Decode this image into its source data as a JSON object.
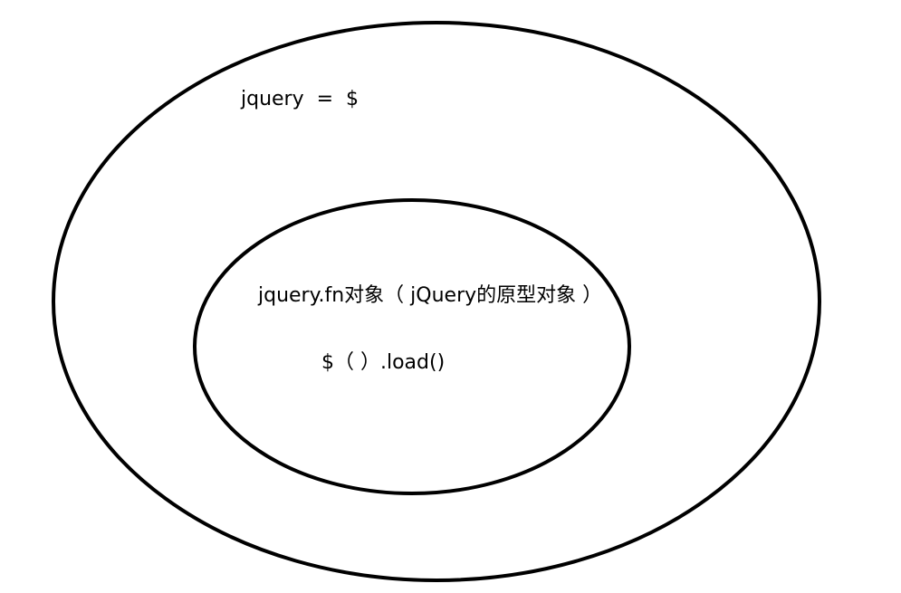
{
  "diagram": {
    "outer_set": {
      "label": "jquery  =  $"
    },
    "inner_set": {
      "label": "jquery.fn对象（ jQuery的原型对象 ）",
      "sublabel": "$（ ）.load()"
    }
  },
  "colors": {
    "background": "#ffffff",
    "stroke": "#000000",
    "text": "#000000"
  }
}
